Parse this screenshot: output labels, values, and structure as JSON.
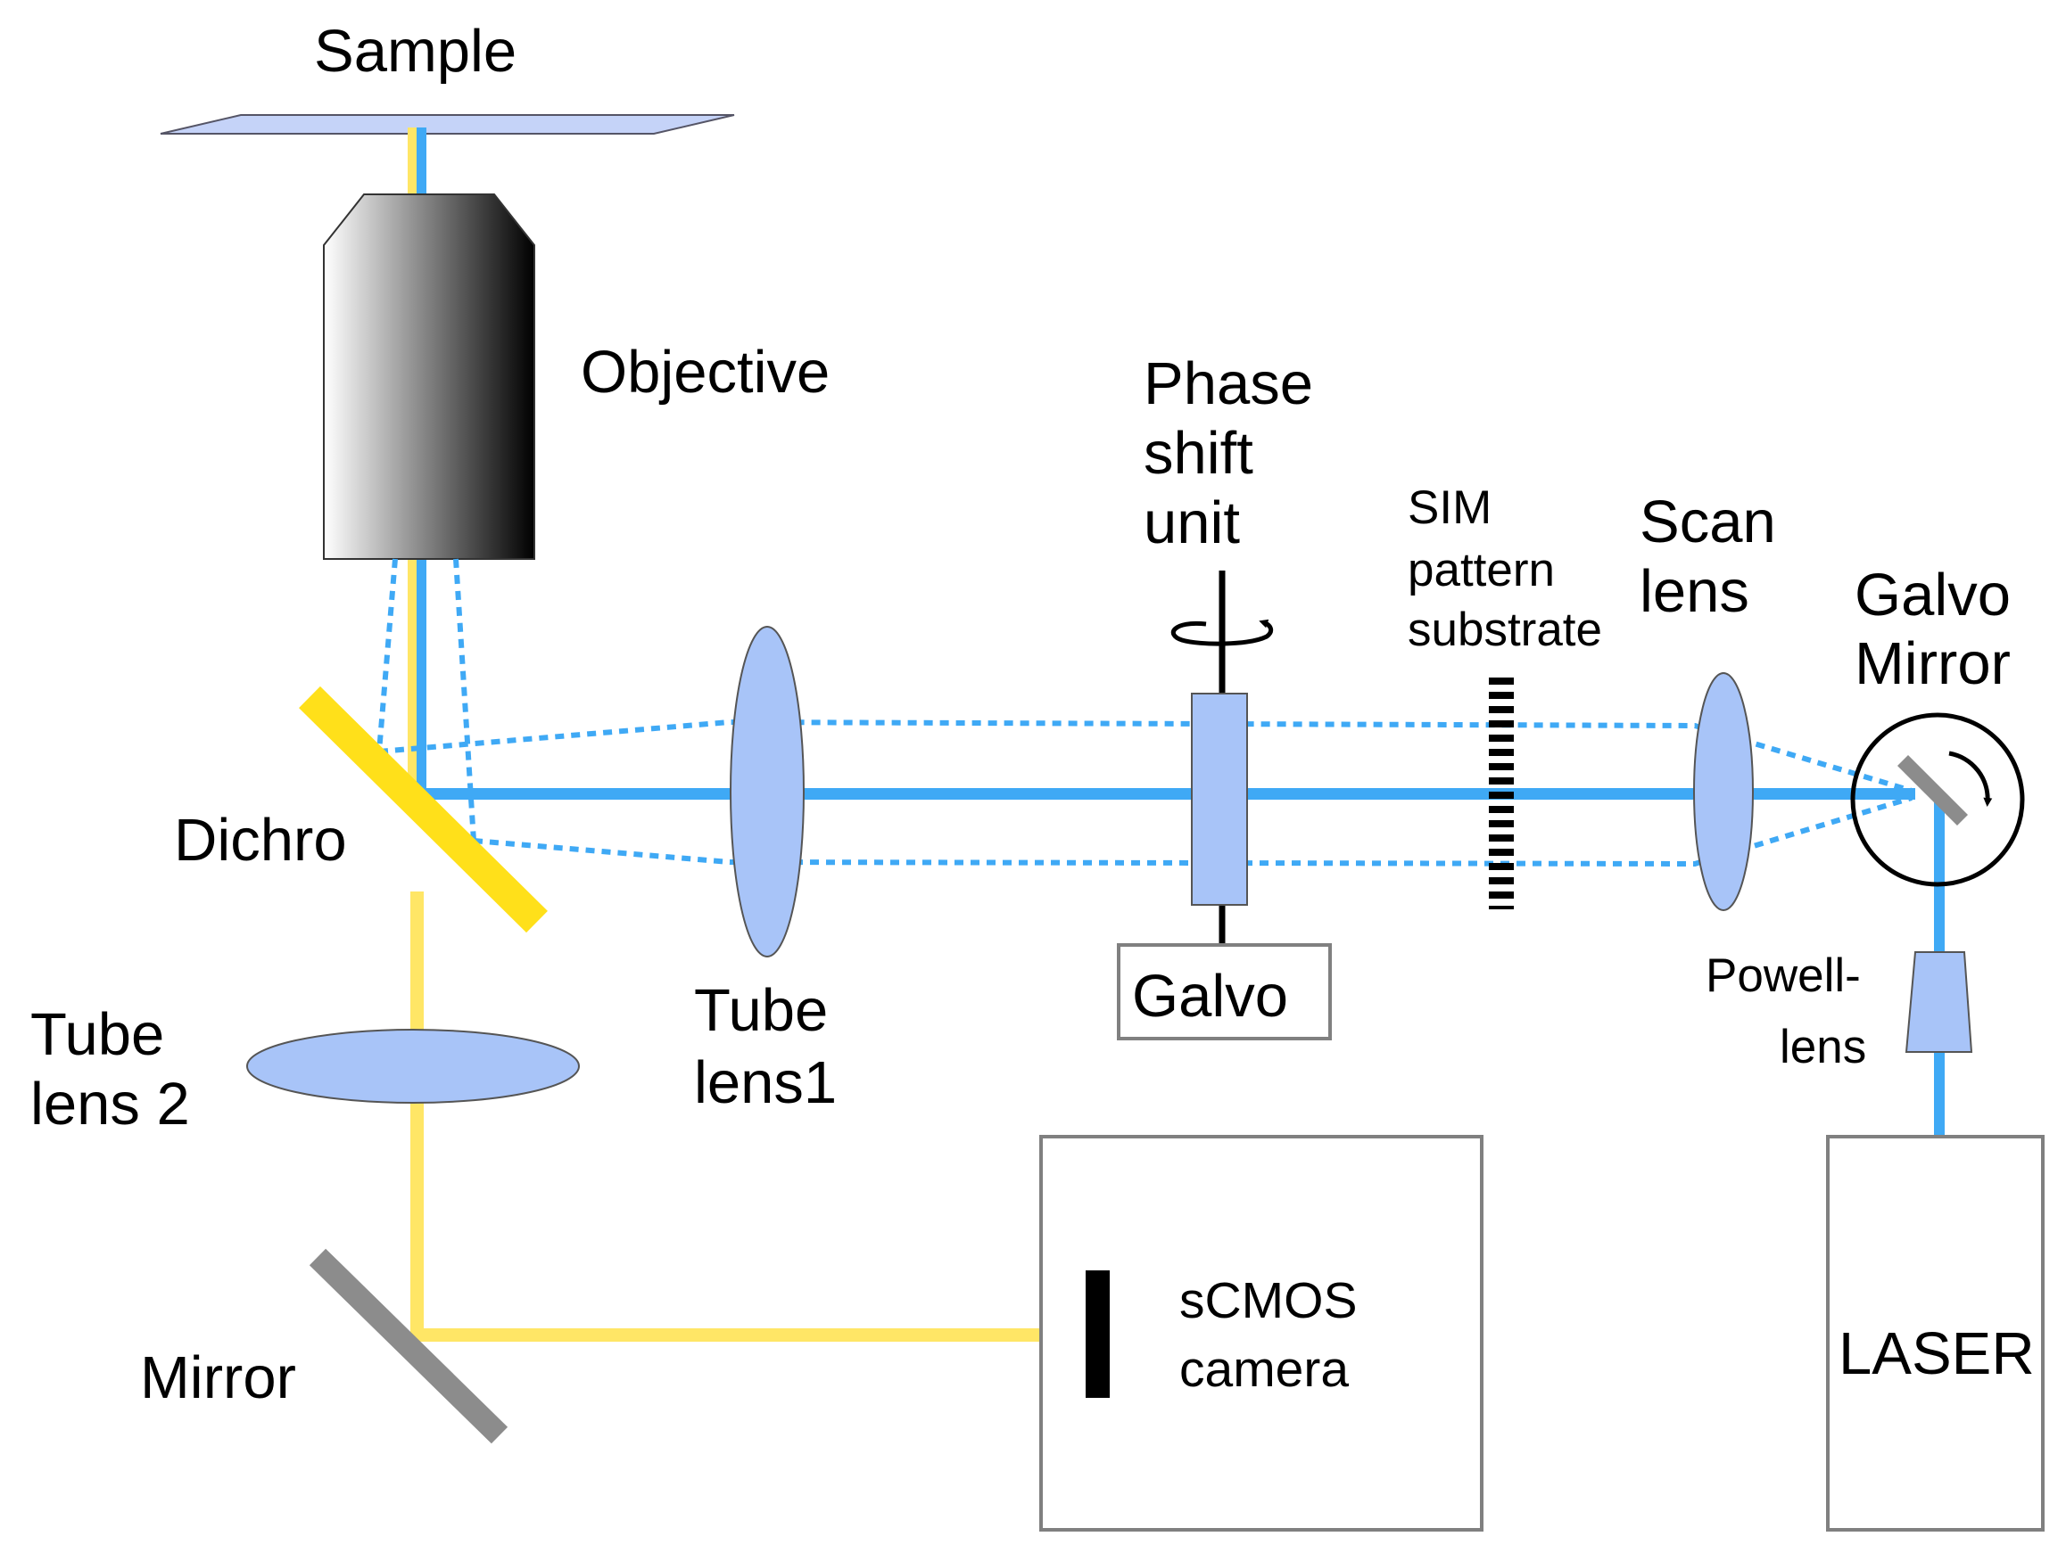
{
  "colors": {
    "laser_beam": "#3fa9f5",
    "emission_beam": "#ffe666",
    "dichroic": "#ffe01a",
    "lens_fill": "#a8c4f8",
    "mirror": "#8c8c8c",
    "box_stroke": "#808080",
    "sample_fill": "#c5d3f8"
  },
  "labels": {
    "sample": "Sample",
    "objective": "Objective",
    "phase_shift": [
      "Phase",
      "shift",
      "unit"
    ],
    "sim": [
      "SIM",
      "pattern",
      "substrate"
    ],
    "scan_lens": [
      "Scan",
      "lens"
    ],
    "galvo_mirror": [
      "Galvo",
      "Mirror"
    ],
    "dichro": "Dichro",
    "tube_lens1": [
      "Tube",
      "lens1"
    ],
    "galvo": "Galvo",
    "powell": [
      "Powell-",
      "lens"
    ],
    "tube_lens2": [
      "Tube",
      "lens 2"
    ],
    "mirror": "Mirror",
    "scmos": [
      "sCMOS",
      "camera"
    ],
    "laser": "LASER"
  },
  "icons": {
    "rotation_axis": "rotation-arrow-icon",
    "galvo_rotation": "circular-arrow-icon"
  }
}
